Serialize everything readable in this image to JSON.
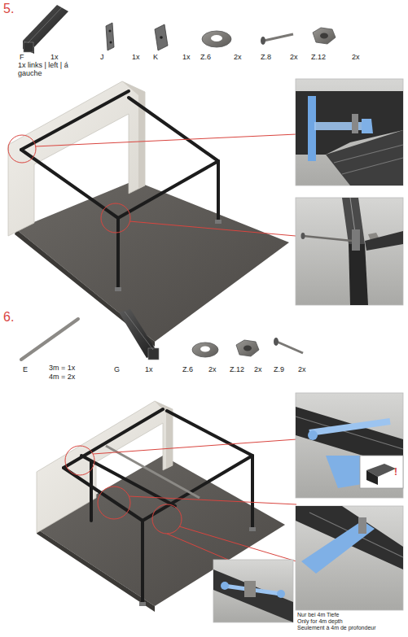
{
  "diagram": {
    "labels": [
      "5.",
      "F",
      "1x",
      "1x links | left | á gauche",
      "J",
      "1x",
      "K",
      "1x",
      "Z.6",
      "2x",
      "Z.8",
      "2x",
      "Z.12",
      "2x",
      "6.",
      "E",
      "3m = 1x",
      "4m = 2x",
      "G",
      "1x",
      "Z.6",
      "2x",
      "Z.12",
      "2x",
      "Z.9",
      "2x",
      "!",
      "Nur bei 4m Tiefe",
      "Only for 4m depth",
      "Seulement à 4m de profondeur"
    ]
  }
}
